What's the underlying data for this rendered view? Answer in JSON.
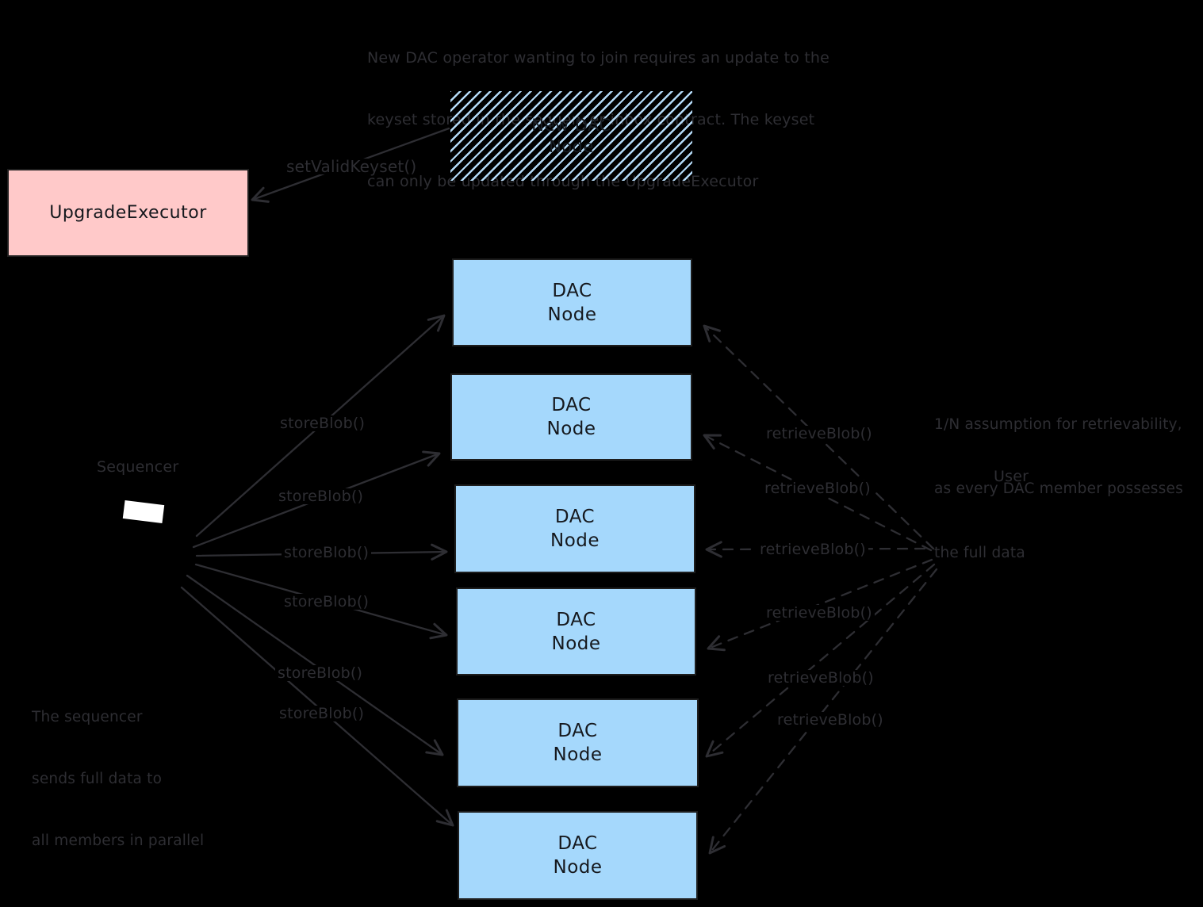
{
  "colors": {
    "background": "#000000",
    "ink": "#2e2e33",
    "box_border": "#1e1e1e",
    "dac_node_fill": "#a5d8fc",
    "upgrade_executor_fill": "#ffc9c9",
    "hatch_stripe": "#b4daf7",
    "sequencer_screen": "#ffffff"
  },
  "top_note": {
    "lines": [
      "New DAC operator wanting to join requires an update to the",
      "keyset stored in the sequencer inbox contract. The keyset",
      "can only be updated through the UpgradeExecutor"
    ]
  },
  "boxes": {
    "upgrade_executor": {
      "label": "UpgradeExecutor"
    },
    "new_dac_node": {
      "label_line1": "New DAC",
      "label_line2": "Node"
    },
    "dac_node": {
      "label_line1": "DAC",
      "label_line2": "Node",
      "count": 6
    }
  },
  "calls": {
    "set_valid_keyset": "setValidKeyset()",
    "store": "storeBlob()",
    "retrieve": "retrieveBlob()"
  },
  "sequencer": {
    "label": "Sequencer"
  },
  "user": {
    "label": "User"
  },
  "right_note": {
    "lines": [
      "1/N assumption for retrievability,",
      "as every DAC member possesses",
      "the full data"
    ]
  },
  "bottom_note": {
    "lines": [
      "The sequencer",
      "sends full data to",
      "all members in parallel"
    ]
  }
}
